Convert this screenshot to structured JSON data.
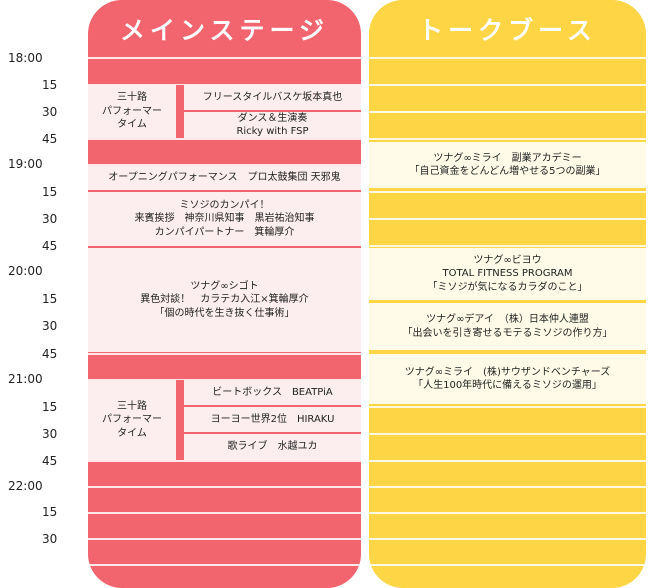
{
  "columns": {
    "main": {
      "title": "メインステージ"
    },
    "talk": {
      "title": "トークブース"
    }
  },
  "time_labels": {
    "t1800": "18:00",
    "t1815": "15",
    "t1830": "30",
    "t1845": "45",
    "t1900": "19:00",
    "t1915": "15",
    "t1930": "30",
    "t1945": "45",
    "t2000": "20:00",
    "t2015": "15",
    "t2030": "30",
    "t2045": "45",
    "t2100": "21:00",
    "t2115": "15",
    "t2130": "30",
    "t2145": "45",
    "t2200": "22:00",
    "t2215": "15",
    "t2230": "30"
  },
  "main_stage": {
    "block1": {
      "group_label": "三十路\nパフォーマー\nタイム",
      "item1": "フリースタイルバスケ坂本真也",
      "item2": "ダンス＆生演奏\nRicky with FSP"
    },
    "opening": "オープニングパフォーマンス　プロ太鼓集団 天邪鬼",
    "kanpai": "ミソジのカンパイ！\n来賓挨拶　神奈川県知事　黒岩祐治知事\nカンパイパートナー　箕輪厚介",
    "talk_session": "ツナグ∞シゴト\n異色対談！　カラテカ入江×箕輪厚介\n「個の時代を生き抜く仕事術」",
    "block2": {
      "group_label": "三十路\nパフォーマー\nタイム",
      "item1": "ビートボックス　BEATPiA",
      "item2": "ヨーヨー世界2位　HIRAKU",
      "item3": "歌ライブ　水越ユカ"
    }
  },
  "talk_booth": {
    "s1": "ツナグ∞ミライ　副業アカデミー\n「自己資金をどんどん増やせる5つの副業」",
    "s2": "ツナグ∞ビヨウ\nTOTAL FITNESS PROGRAM\n「ミソジが気になるカラダのこと」",
    "s3": "ツナグ∞デアイ　（株）日本仲人連盟\n「出会いを引き寄せるモテるミソジの作り方」",
    "s4": "ツナグ∞ミライ　(株)サウザンドベンチャーズ\n「人生100年時代に備えるミソジの運用」"
  }
}
